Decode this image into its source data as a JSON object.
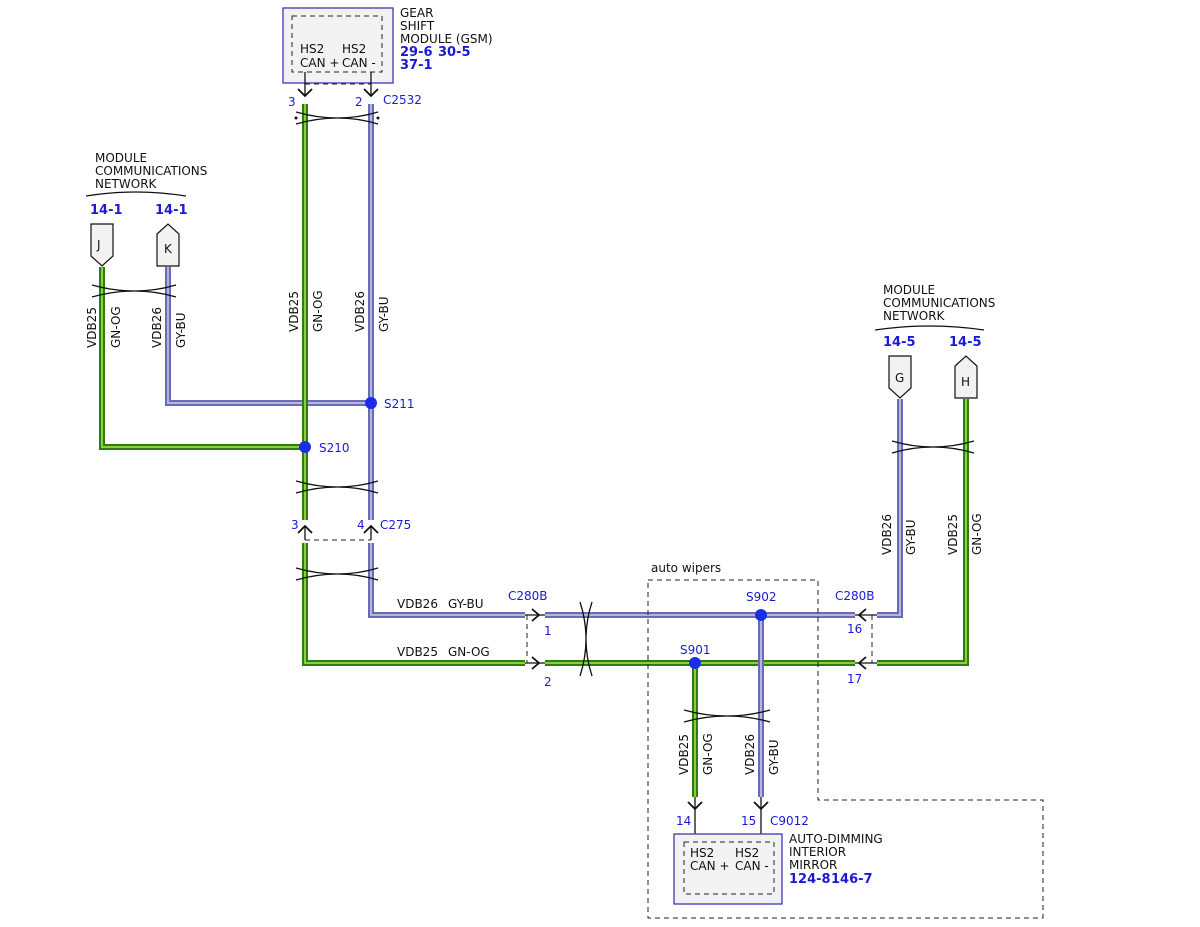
{
  "modules": {
    "gsm": {
      "name_lines": [
        "GEAR",
        "SHIFT",
        "MODULE (GSM)"
      ],
      "refs": [
        "29-6",
        "30-5",
        "37-1"
      ],
      "pin_labels": [
        [
          "HS2",
          "CAN +"
        ],
        [
          "HS2",
          "CAN -"
        ]
      ]
    },
    "mirror": {
      "name_lines": [
        "AUTO-DIMMING",
        "INTERIOR",
        "MIRROR"
      ],
      "refs": [
        "124-8",
        "146-7"
      ],
      "pin_labels": [
        [
          "HS2",
          "CAN +"
        ],
        [
          "HS2",
          "CAN -"
        ]
      ]
    },
    "mcn_left": {
      "name_lines": [
        "MODULE",
        "COMMUNICATIONS",
        "NETWORK"
      ],
      "refs": [
        "14-1",
        "14-1"
      ],
      "connectors": [
        "J",
        "K"
      ]
    },
    "mcn_right": {
      "name_lines": [
        "MODULE",
        "COMMUNICATIONS",
        "NETWORK"
      ],
      "refs": [
        "14-5",
        "14-5"
      ],
      "connectors": [
        "G",
        "H"
      ]
    }
  },
  "connectors": {
    "c2532": {
      "name": "C2532",
      "pins": [
        "3",
        "2"
      ]
    },
    "c275": {
      "name": "C275",
      "pins": [
        "3",
        "4"
      ]
    },
    "c280b_left": {
      "name": "C280B",
      "pins": [
        "1",
        "2"
      ]
    },
    "c280b_right": {
      "name": "C280B",
      "pins": [
        "16",
        "17"
      ]
    },
    "c9012": {
      "name": "C9012",
      "pins": [
        "14",
        "15"
      ]
    }
  },
  "splices": [
    "S211",
    "S210",
    "S902",
    "S901"
  ],
  "wires": {
    "vdb25": {
      "circuit": "VDB25",
      "color": "GN-OG"
    },
    "vdb26": {
      "circuit": "VDB26",
      "color": "GY-BU"
    }
  },
  "option_box_label": "auto wipers",
  "colors": {
    "green_wire": "#2e7d12",
    "blue_wire": "#6a6ab8",
    "splice": "#1a2ee8",
    "ref_text": "#1a1ad6"
  }
}
